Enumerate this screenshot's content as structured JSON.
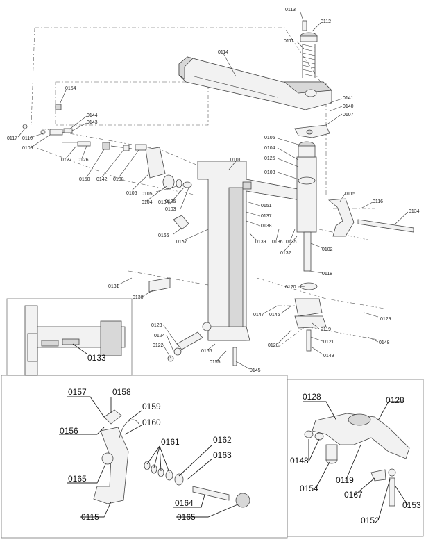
{
  "main_labels": [
    "0113",
    "0112",
    "0111",
    "0114",
    "0154",
    "0141",
    "0140",
    "0107",
    "0144",
    "0143",
    "0117",
    "0110",
    "0109",
    "0127",
    "0126",
    "0150",
    "0142",
    "0108",
    "0106",
    "0104",
    "0105",
    "0104",
    "0125",
    "0103",
    "0101",
    "0105",
    "0104",
    "0125",
    "0103",
    "0115",
    "0116",
    "0134",
    "0151",
    "0137",
    "0138",
    "0166",
    "0157",
    "0139",
    "0136",
    "0135",
    "0132",
    "0102",
    "0118",
    "0131",
    "0130",
    "0120",
    "0147",
    "0146",
    "0129",
    "0123",
    "0124",
    "0122",
    "0156",
    "0155",
    "0145",
    "0128",
    "0119",
    "0121",
    "0148",
    "0149"
  ],
  "inset_top_left": [
    "0133"
  ],
  "inset_bottom_left": [
    "0157",
    "0158",
    "0159",
    "0160",
    "0161",
    "0162",
    "0163",
    "0156",
    "0165",
    "0164",
    "0165",
    "0115"
  ],
  "inset_bottom_right": [
    "0128",
    "0128",
    "0148",
    "0154",
    "0119",
    "0167",
    "0153",
    "0152"
  ]
}
